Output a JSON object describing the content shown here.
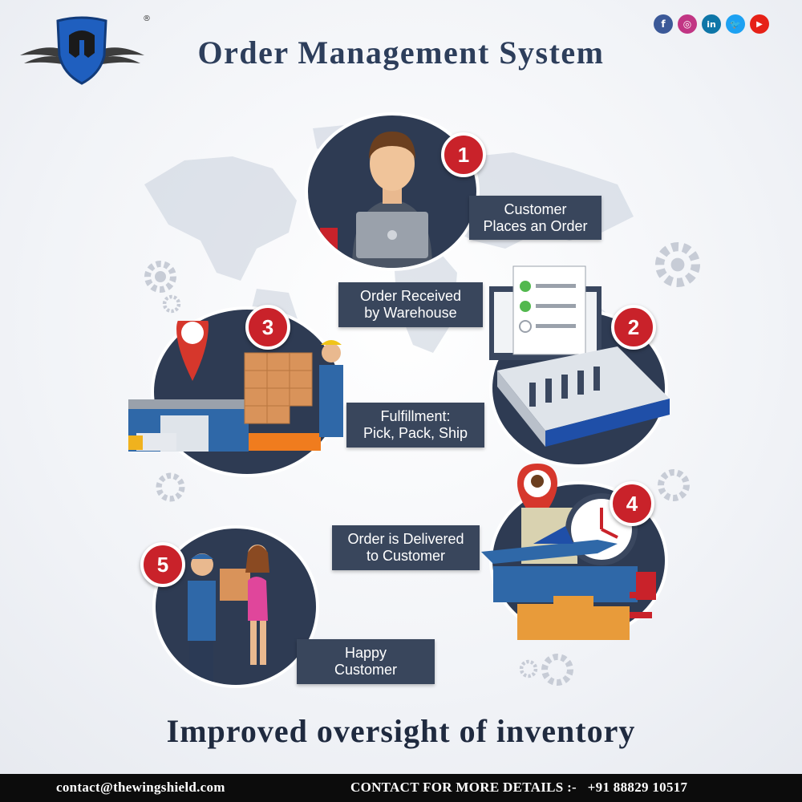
{
  "header": {
    "title": "Order Management System",
    "registered_mark": "®",
    "logo_icon": "spartan-helmet-wings-icon"
  },
  "social": [
    {
      "name": "facebook-icon",
      "glyph": "f",
      "color": "#3b5998"
    },
    {
      "name": "instagram-icon",
      "glyph": "◎",
      "color": "#c13584"
    },
    {
      "name": "linkedin-icon",
      "glyph": "in",
      "color": "#0e76a8"
    },
    {
      "name": "twitter-icon",
      "glyph": "🐦",
      "color": "#1da1f2"
    },
    {
      "name": "youtube-icon",
      "glyph": "▶",
      "color": "#e62117"
    }
  ],
  "steps": [
    {
      "number": "1",
      "label": "Customer\nPlaces an Order",
      "icon": "person-laptop-icon"
    },
    {
      "number": "2",
      "label": "Order Received\nby Warehouse",
      "icon": "warehouse-checklist-icon"
    },
    {
      "number": "3",
      "label": "Fulfillment:\nPick, Pack, Ship",
      "icon": "warehouse-worker-icon"
    },
    {
      "number": "4",
      "label": "Order is Delivered\nto Customer",
      "icon": "delivery-plane-truck-icon"
    },
    {
      "number": "5",
      "label": "Happy\nCustomer",
      "icon": "package-handover-icon"
    }
  ],
  "tagline": "Improved oversight of inventory",
  "footer": {
    "email": "contact@thewingshield.com",
    "contact": "CONTACT FOR MORE DETAILS :-   +91 88829 10517"
  },
  "colors": {
    "brand_dark": "#2e3b53",
    "label_bg": "#39465c",
    "badge_red": "#c9222a",
    "footer_bg": "#0c0c0c"
  }
}
